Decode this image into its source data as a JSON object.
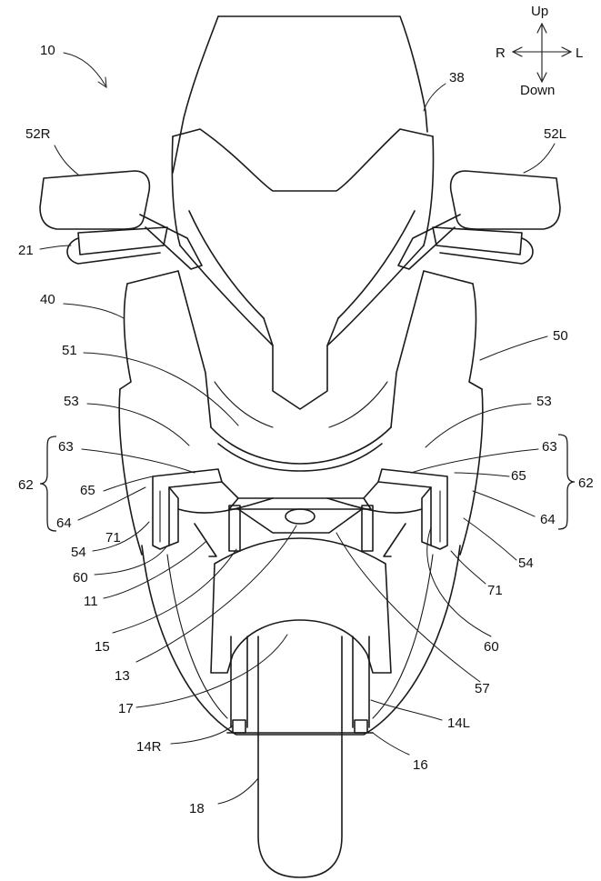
{
  "figure": {
    "reference_numeral": "10",
    "compass": {
      "up": "Up",
      "down": "Down",
      "right": "R",
      "left": "L"
    },
    "labels": {
      "windscreen": "38",
      "mirror_right": "52R",
      "mirror_left": "52L",
      "handlebar": "21",
      "cover_right": "40",
      "cover_left": "50",
      "front_panel": "51",
      "duct_right_upper": "53",
      "duct_left_upper": "53",
      "group_right": "62",
      "group_left": "62",
      "part63_right": "63",
      "part63_left": "63",
      "part65_right": "65",
      "part65_left": "65",
      "part64_right": "64",
      "part64_left": "64",
      "part54_right": "54",
      "part54_left": "54",
      "part71_right": "71",
      "part71_left": "71",
      "part60_right": "60",
      "part60_left": "60",
      "part11": "11",
      "part15": "15",
      "part13": "13",
      "part57": "57",
      "fender": "17",
      "fork_right": "14R",
      "fork_left": "14L",
      "axle": "16",
      "wheel": "18"
    }
  }
}
